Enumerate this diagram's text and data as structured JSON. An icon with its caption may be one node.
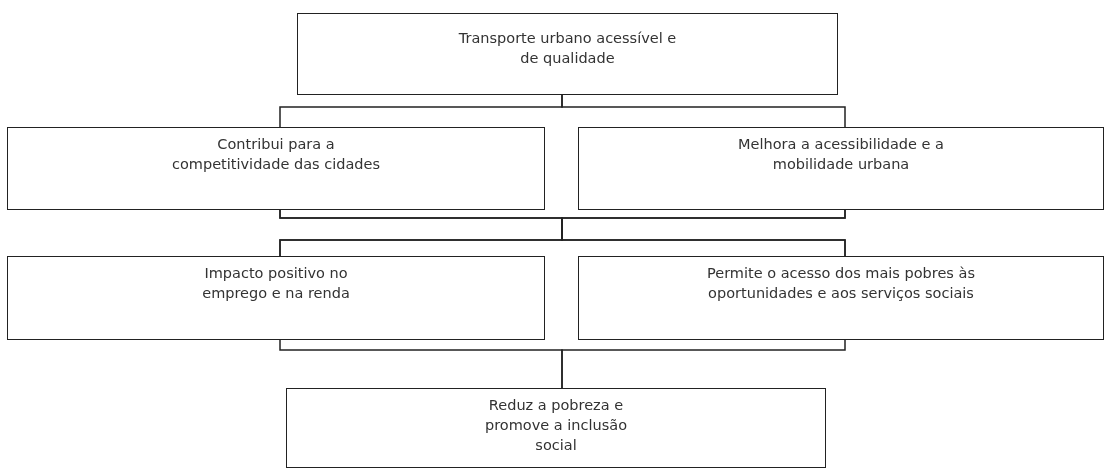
{
  "diagram": {
    "nodes": [
      {
        "text": [
          "Transporte urbano acessível e de qualidade"
        ]
      },
      {
        "text": [
          "Contribui para a competitividade das cidades"
        ]
      },
      {
        "text": [
          "Melhora a acessibilidade e a mobilidade urbana"
        ]
      },
      {
        "text": [
          "Impacto positivo no emprego e na renda"
        ]
      },
      {
        "text": [
          "Permite o acesso dos mais pobres às oportunidades e aos serviços sociais"
        ]
      },
      {
        "text": [
          "Reduz a pobreza e promove a inclusão social"
        ]
      }
    ],
    "edges": [
      {
        "from": 0,
        "to": 1,
        "arrow": "none"
      },
      {
        "from": 0,
        "to": 2,
        "arrow": "none"
      },
      {
        "from": 1,
        "to": 3,
        "arrow": "none"
      },
      {
        "from": 1,
        "to": 4,
        "arrow": "none"
      },
      {
        "from": 2,
        "to": 3,
        "arrow": "none"
      },
      {
        "from": 2,
        "to": 4,
        "arrow": "none"
      },
      {
        "from": 3,
        "to": 5,
        "arrow": "none"
      },
      {
        "from": 4,
        "to": 5,
        "arrow": "none"
      }
    ]
  }
}
